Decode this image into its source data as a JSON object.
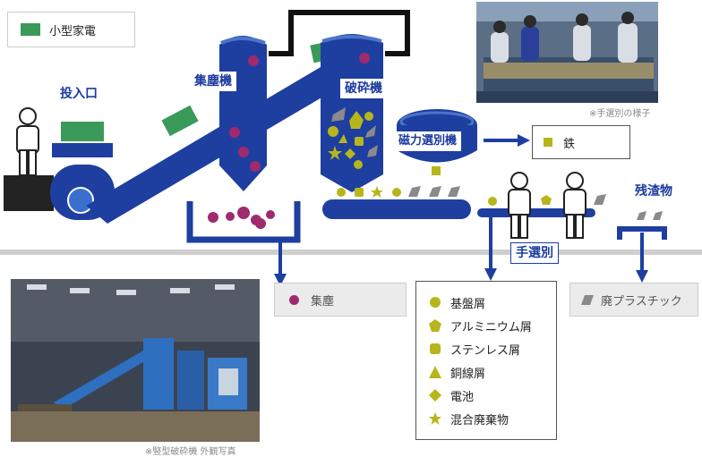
{
  "legend": {
    "label": "小型家電",
    "swatch_icon": "green-appliance-box"
  },
  "labels": {
    "intake": "投入口",
    "dust_collector": "集塵機",
    "crusher": "破砕機",
    "magnetic_separator": "磁力選別機",
    "hand_sorting": "手選別",
    "residue": "残渣物"
  },
  "outputs": {
    "iron": "鉄",
    "dust": "集塵",
    "plastic": "廃プラスチック"
  },
  "sorted_items": [
    {
      "label": "基盤屑",
      "icon": "circle"
    },
    {
      "label": "アルミニウム屑",
      "icon": "pentagon"
    },
    {
      "label": "ステンレス屑",
      "icon": "rounded-square"
    },
    {
      "label": "銅線屑",
      "icon": "triangle"
    },
    {
      "label": "電池",
      "icon": "diamond"
    },
    {
      "label": "混合廃棄物",
      "icon": "star"
    }
  ],
  "captions": {
    "hand_sorting_photo": "※手選別の様子",
    "crusher_photo": "※竪型破砕機 外観写真"
  },
  "colors": {
    "machine_blue": "#1e3fa0",
    "appliance_green": "#3a9a5a",
    "material_olive": "#b6b61c",
    "dust_purple": "#a02a6e",
    "plastic_gray": "#8a8a8a"
  }
}
